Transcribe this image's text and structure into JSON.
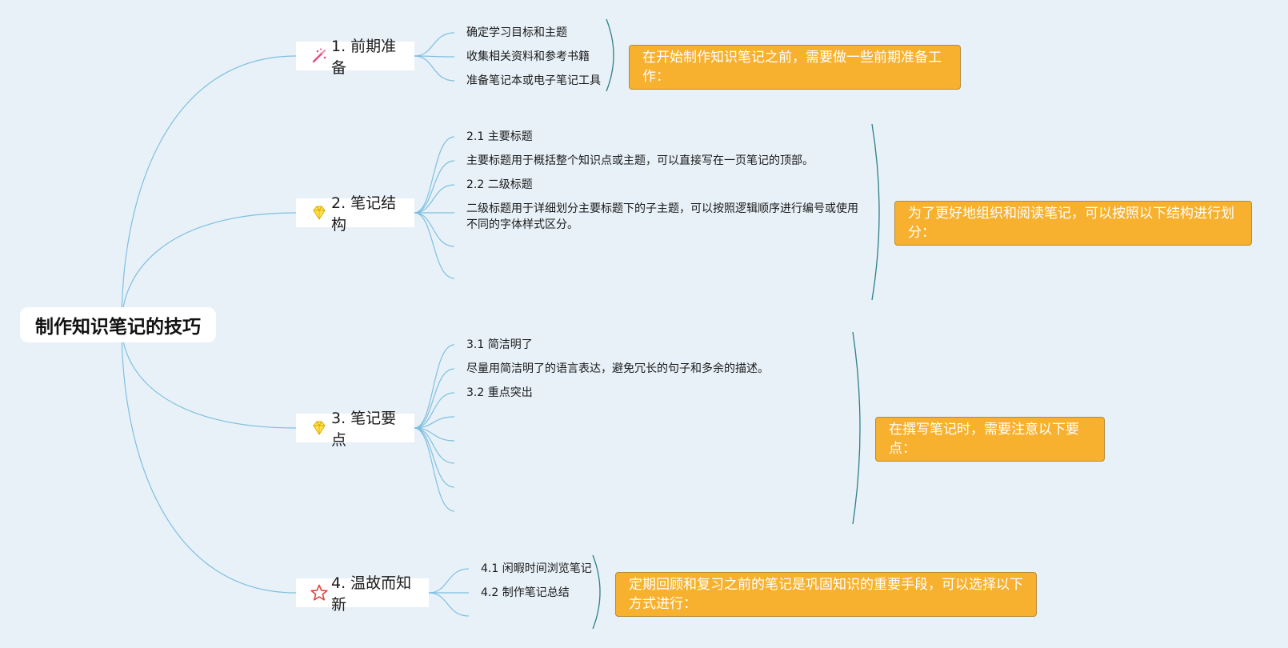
{
  "root": {
    "title": "制作知识笔记的技巧"
  },
  "branches": [
    {
      "label": "1. 前期准备",
      "icon": "magic-wand-icon",
      "leaves": [
        "确定学习目标和主题",
        "收集相关资料和参考书籍",
        "准备笔记本或电子笔记工具"
      ],
      "summary": "在开始制作知识笔记之前，需要做一些前期准备工作："
    },
    {
      "label": "2. 笔记结构",
      "icon": "gem-icon",
      "leaves": [
        "2.1 主要标题",
        "主要标题用于概括整个知识点或主题，可以直接写在一页笔记的顶部。",
        "2.2 二级标题",
        "二级标题用于详细划分主要标题下的子主题，可以按照逻辑顺序进行编号或使用不同的字体样式区分。"
      ],
      "summary": "为了更好地组织和阅读笔记，可以按照以下结构进行划分："
    },
    {
      "label": "3. 笔记要点",
      "icon": "gem-icon",
      "leaves": [
        "3.1 简洁明了",
        "尽量用简洁明了的语言表达，避免冗长的句子和多余的描述。",
        "3.2 重点突出"
      ],
      "summary": "在撰写笔记时，需要注意以下要点："
    },
    {
      "label": "4. 温故而知新",
      "icon": "star-icon",
      "leaves": [
        "4.1 闲暇时间浏览笔记",
        "4.2 制作笔记总结"
      ],
      "summary": "定期回顾和复习之前的笔记是巩固知识的重要手段，可以选择以下方式进行："
    }
  ],
  "colors": {
    "background": "#e8f1f8",
    "connector": "#7fbfe0",
    "bracket": "#2e7f86",
    "summary_fill": "#f7b12f",
    "summary_text": "#ffffff"
  }
}
